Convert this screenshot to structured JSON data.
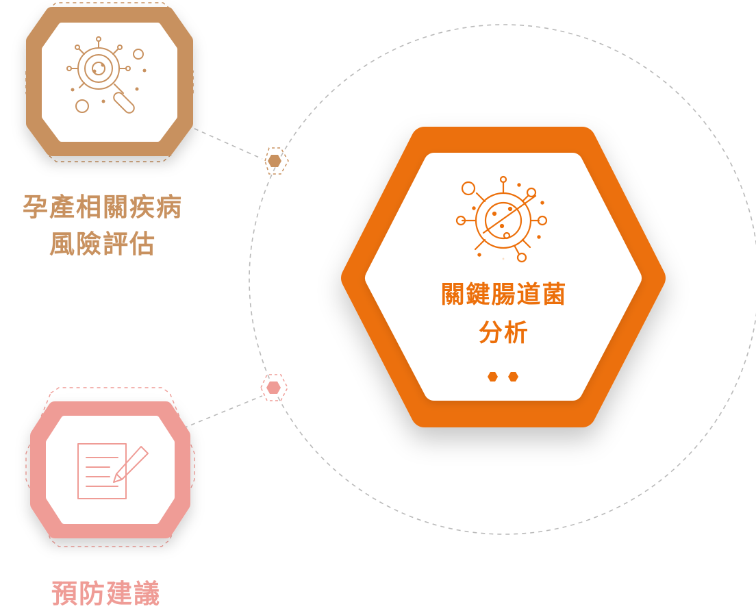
{
  "colors": {
    "risk": "#c8915f",
    "prevent": "#ef9c96",
    "center": "#ec6f0a",
    "connector": "#b7b7b7"
  },
  "nodes": {
    "risk": {
      "label_line1": "孕產相關疾病",
      "label_line2": "風險評估",
      "icon": "bacteria-magnifier-icon"
    },
    "center": {
      "label_line1": "關鍵腸道菌",
      "label_line2": "分析",
      "icon": "virus-icon"
    },
    "prevent": {
      "label": "預防建議",
      "icon": "document-pen-icon"
    }
  }
}
